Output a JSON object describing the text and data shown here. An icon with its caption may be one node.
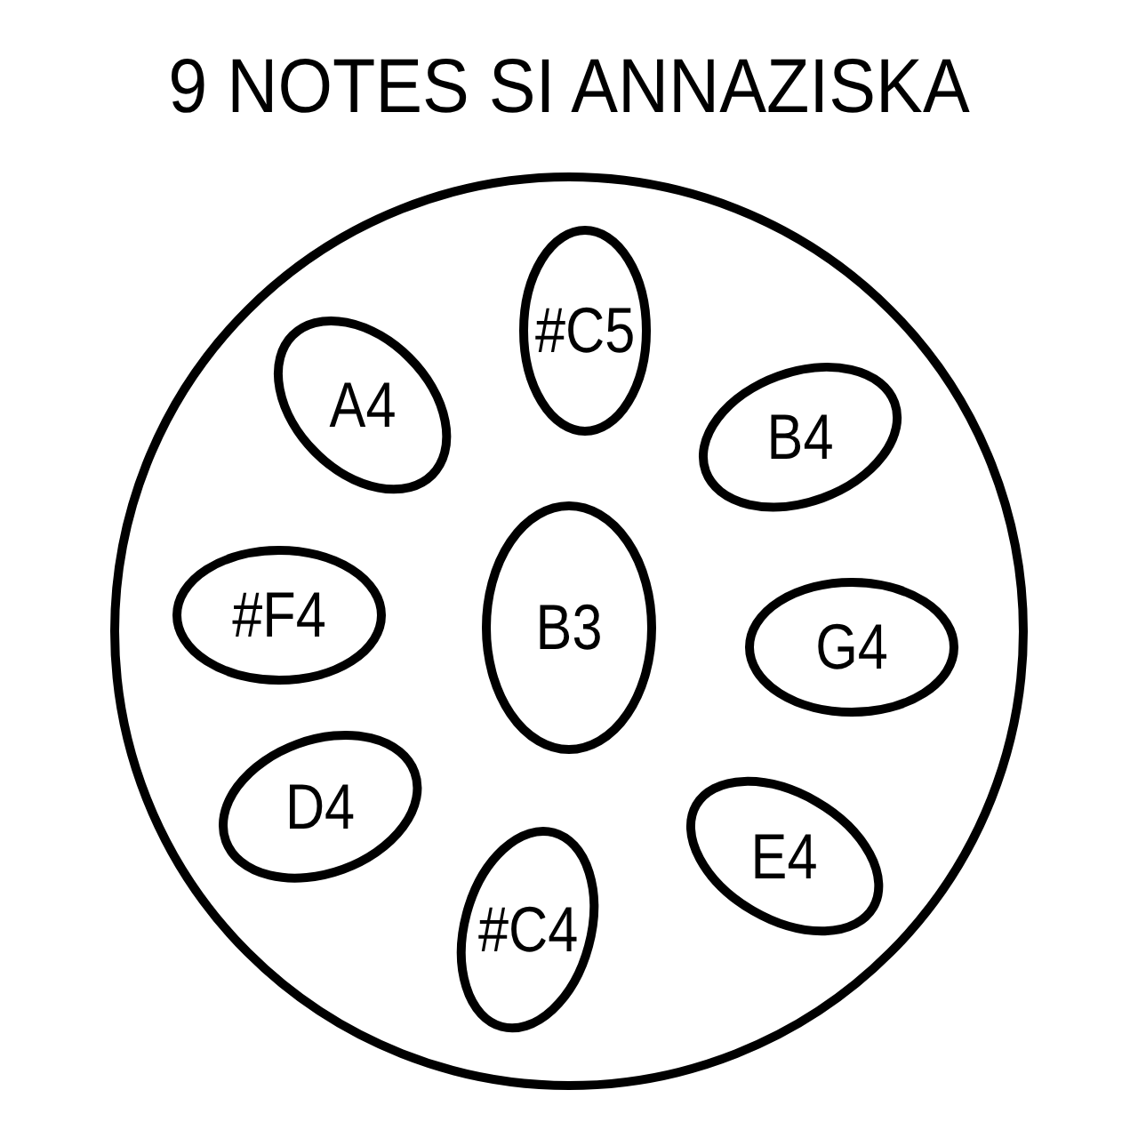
{
  "diagram": {
    "title": "9 NOTES SI ANNAZISKA",
    "nodes": [
      {
        "text": [],
        "shape": "circle"
      },
      {
        "text": [
          "#C5"
        ],
        "in": 0
      },
      {
        "text": [
          "A4"
        ],
        "in": 0
      },
      {
        "text": [
          "B4"
        ],
        "in": 0
      },
      {
        "text": [
          "#F4"
        ],
        "in": 0
      },
      {
        "text": [
          "B3"
        ],
        "in": 0
      },
      {
        "text": [
          "G4"
        ],
        "in": 0
      },
      {
        "text": [
          "D4"
        ],
        "in": 0
      },
      {
        "text": [
          "E4"
        ],
        "in": 0
      },
      {
        "text": [
          "#C4"
        ],
        "in": 0
      }
    ]
  }
}
